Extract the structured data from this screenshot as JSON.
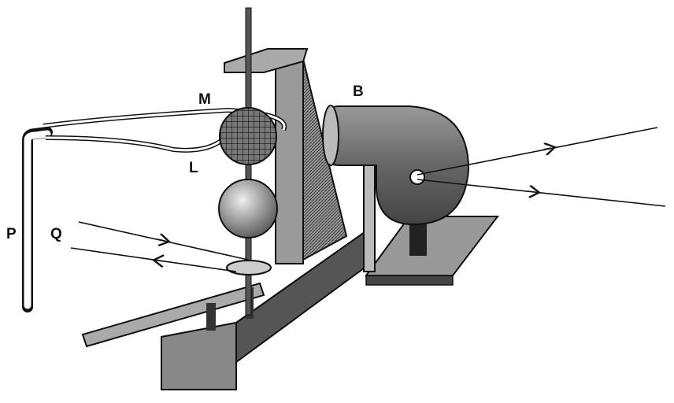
{
  "labels": {
    "M": "M",
    "B": "B",
    "L": "L",
    "P": "P",
    "Q": "Q"
  },
  "colors": {
    "ink": "#111111",
    "paper": "#ffffff",
    "metal": "#6a6a6a",
    "wood": "#8a8a8a"
  }
}
